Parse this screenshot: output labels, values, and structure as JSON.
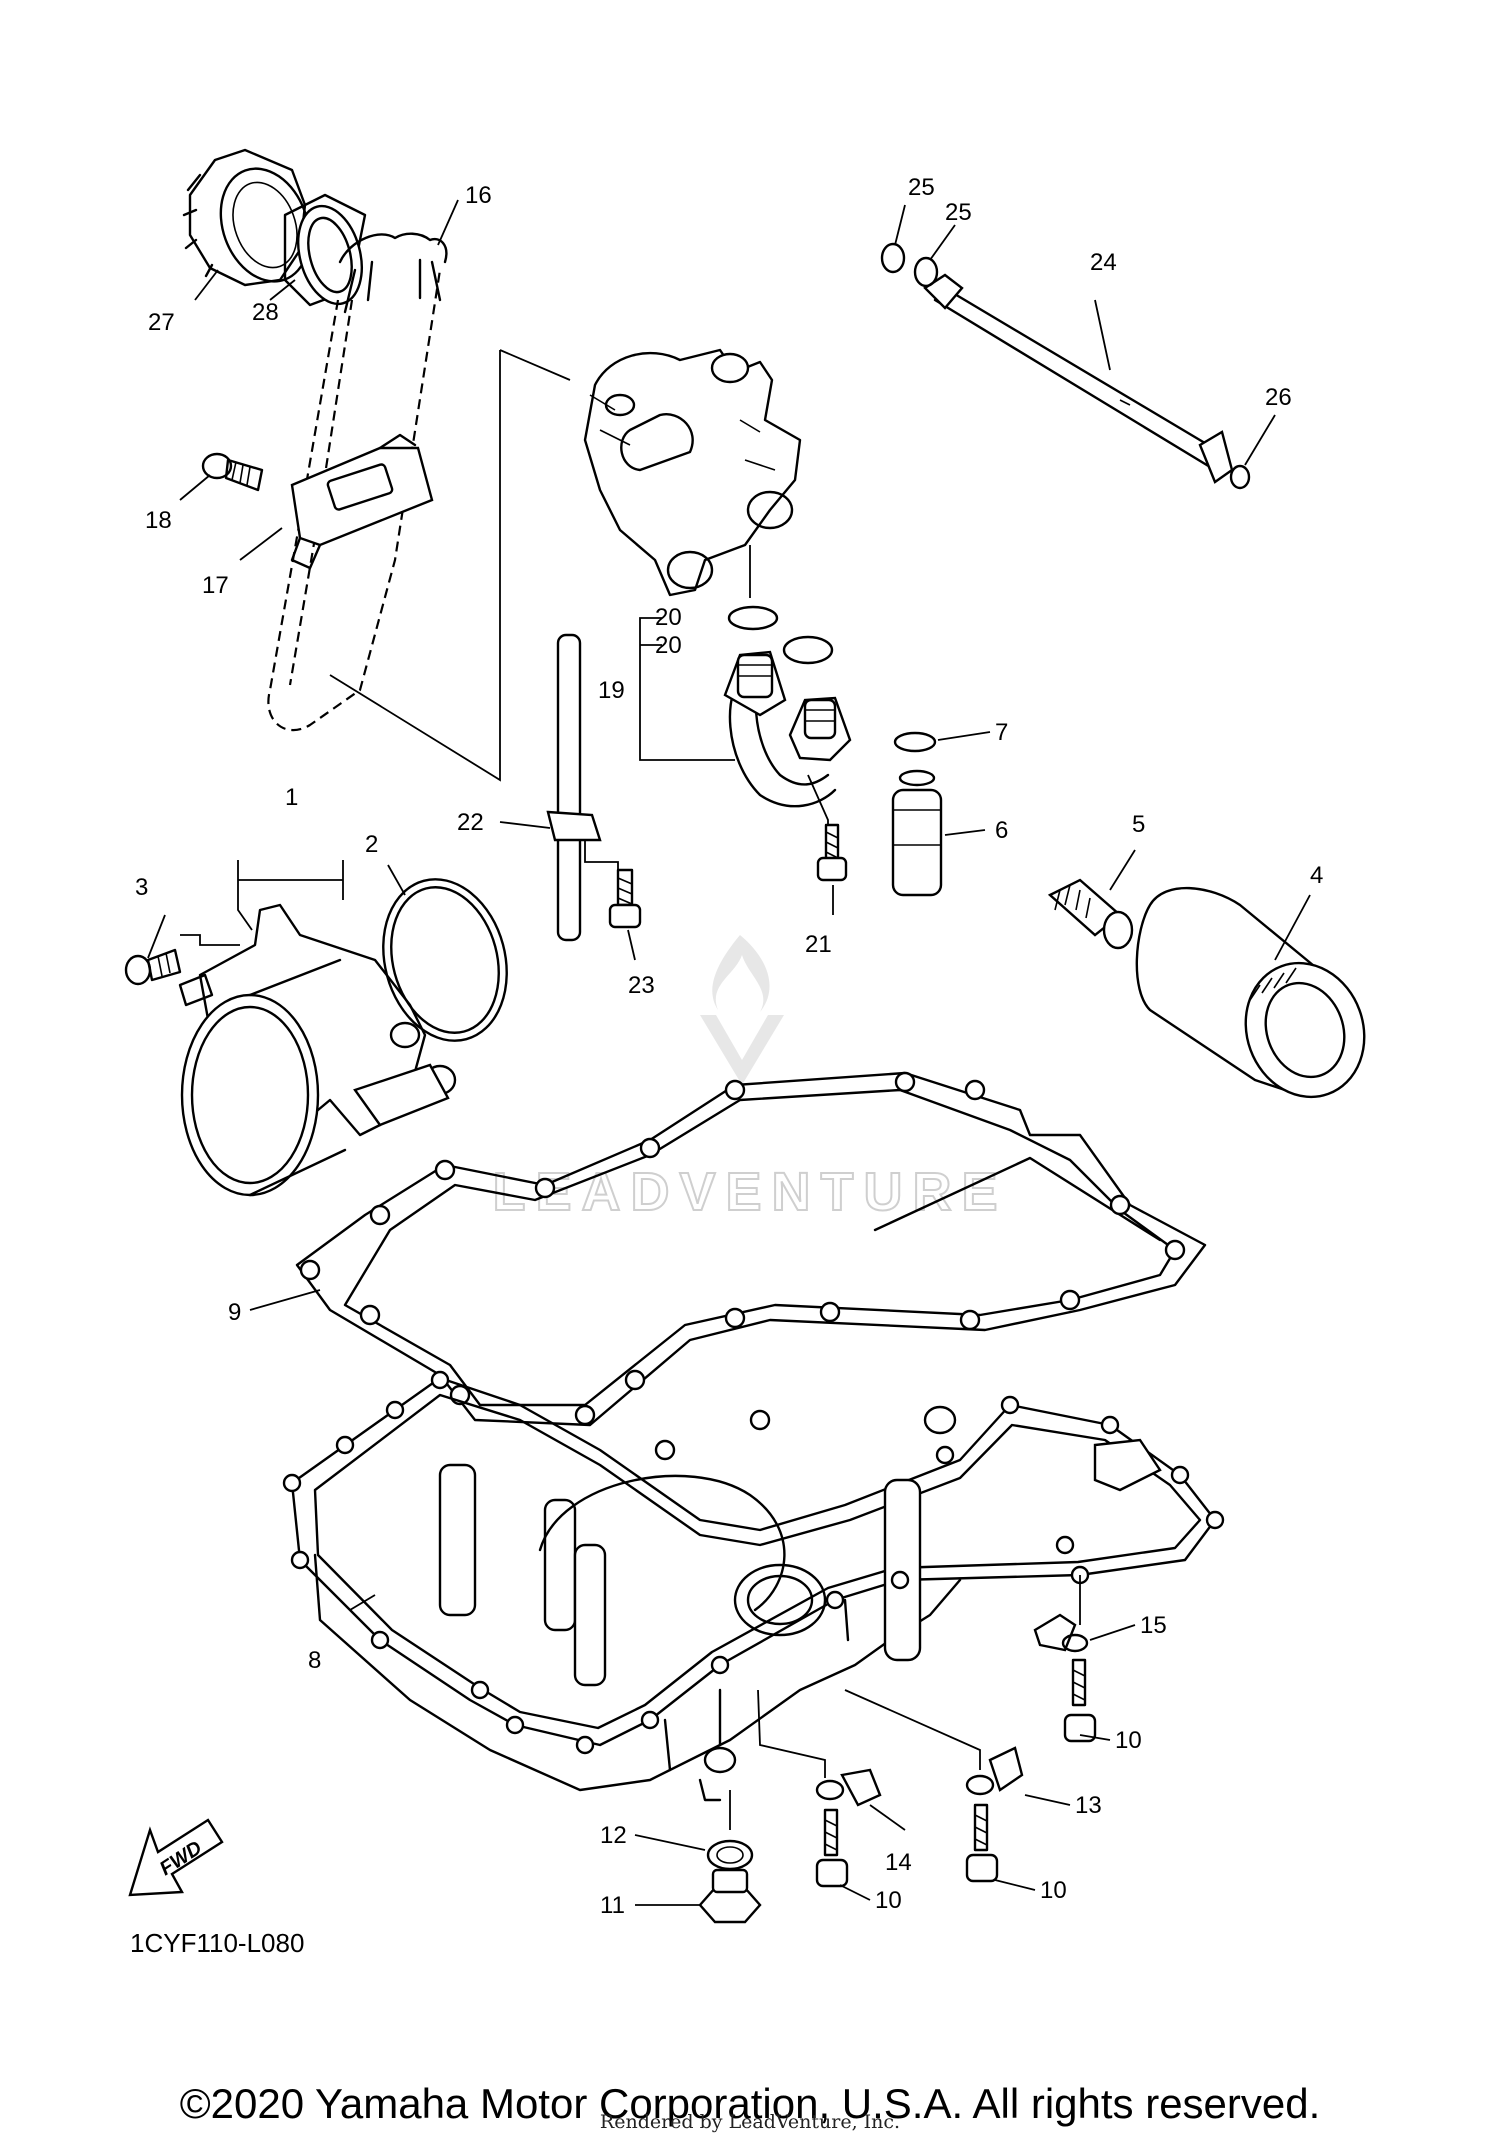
{
  "diagram": {
    "code": "1CYF110-L080",
    "fwd_label": "FWD",
    "watermark": "LEADVENTURE",
    "callouts": {
      "c1": "1",
      "c2": "2",
      "c3": "3",
      "c4": "4",
      "c5": "5",
      "c6": "6",
      "c7": "7",
      "c8": "8",
      "c9": "9",
      "c10a": "10",
      "c10b": "10",
      "c10c": "10",
      "c11": "11",
      "c12": "12",
      "c13": "13",
      "c14": "14",
      "c15": "15",
      "c16": "16",
      "c17": "17",
      "c18": "18",
      "c19": "19",
      "c20a": "20",
      "c20b": "20",
      "c21": "21",
      "c22": "22",
      "c23": "23",
      "c24": "24",
      "c25a": "25",
      "c25b": "25",
      "c26": "26",
      "c27": "27",
      "c28": "28"
    }
  },
  "footer": {
    "copyright": "©2020 Yamaha Motor Corporation, U.S.A. All rights reserved.",
    "rendered_by": "Rendered by LeadVenture, Inc."
  }
}
